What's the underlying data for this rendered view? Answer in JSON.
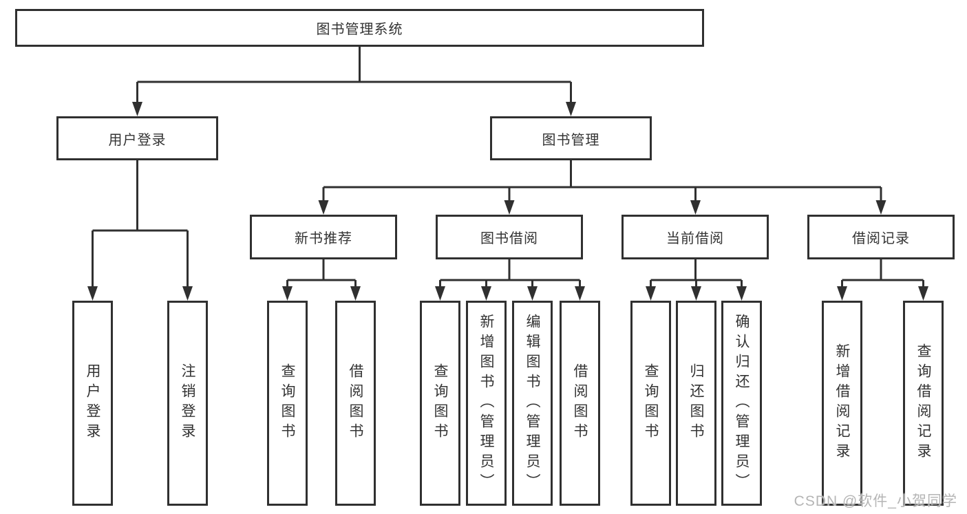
{
  "diagram": {
    "title": "图书管理系统",
    "root": {
      "label": "图书管理系统"
    },
    "level2": [
      {
        "label": "用户登录"
      },
      {
        "label": "图书管理"
      }
    ],
    "level3": [
      {
        "label": "新书推荐"
      },
      {
        "label": "图书借阅"
      },
      {
        "label": "当前借阅"
      },
      {
        "label": "借阅记录"
      }
    ],
    "leaves": {
      "user_login": [
        "用户登录",
        "注销登录"
      ],
      "new_book": [
        "查询图书",
        "借阅图书"
      ],
      "book_borrow": [
        "查询图书",
        "新增图书（管理员）",
        "编辑图书（管理员）",
        "借阅图书"
      ],
      "current_borrow": [
        "查询图书",
        "归还图书",
        "确认归还（管理员）"
      ],
      "borrow_record": [
        "新增借阅记录",
        "查询借阅记录"
      ]
    }
  },
  "watermark": {
    "text": "CSDN @软件_小贺同学"
  },
  "colors": {
    "line": "#303030",
    "text": "#333333",
    "watermark": "#b5b5b5",
    "background": "#ffffff"
  }
}
